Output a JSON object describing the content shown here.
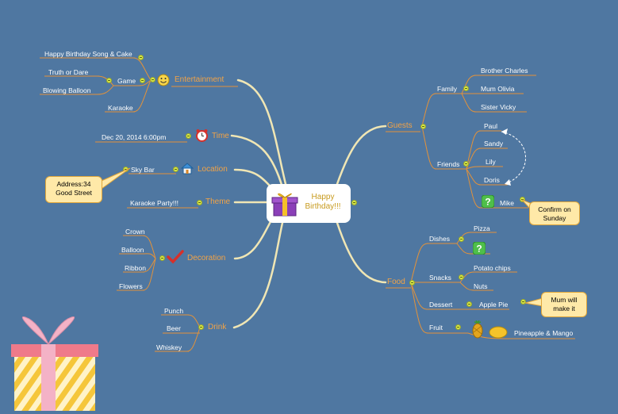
{
  "central": {
    "title": "Happy Birthday!!!"
  },
  "branches": {
    "entertainment": {
      "label": "Entertainment",
      "icon": "smiley-face-icon",
      "items": {
        "happy_birthday_song": "Happy Birthday Song & Cake",
        "game": "Game",
        "truth_or_dare": "Truth or Dare",
        "blowing_balloon": "Blowing Balloon",
        "karaoke": "Karaoke"
      }
    },
    "time": {
      "label": "Time",
      "icon": "alarm-clock-icon",
      "value": "Dec 20, 2014   6:00pm"
    },
    "location": {
      "label": "Location",
      "icon": "house-icon",
      "value": "Sky Bar",
      "note": "Address:34 Good Street"
    },
    "theme": {
      "label": "Theme",
      "value": "Karaoke Party!!!"
    },
    "decoration": {
      "label": "Decoration",
      "icon": "checkmark-icon",
      "items": [
        "Crown",
        "Balloon",
        "Ribbon",
        "Flowers"
      ]
    },
    "drink": {
      "label": "Drink",
      "items": [
        "Punch",
        "Beer",
        "Whiskey"
      ]
    },
    "guests": {
      "label": "Guests",
      "family": {
        "label": "Family",
        "items": [
          "Brother Charles",
          "Mum Olivia",
          "Sister Vicky"
        ]
      },
      "friends": {
        "label": "Friends",
        "items": [
          "Paul",
          "Sandy",
          "Lily",
          "Doris",
          "Mike"
        ],
        "question_icon": "question-mark-icon",
        "note": "Confirm on Sunday"
      }
    },
    "food": {
      "label": "Food",
      "dishes": {
        "label": "Dishes",
        "items": [
          "Pizza"
        ],
        "question_icon": "question-mark-icon"
      },
      "snacks": {
        "label": "Snacks",
        "items": [
          "Potato chips",
          "Nuts"
        ]
      },
      "dessert": {
        "label": "Dessert",
        "item": "Apple Pie",
        "note": "Mum will make it"
      },
      "fruit": {
        "label": "Fruit",
        "item": "Pineapple & Mango",
        "icon": "pineapple-mango-icon"
      }
    }
  },
  "decor": {
    "gift_box_icon": "gift-box-icon"
  },
  "colors": {
    "background": "#4f77a1",
    "branch_line": "#f0e6b4",
    "branch_text": "#f2a346",
    "leaf_text": "#ffffff",
    "node_dot": "#d6e64a",
    "callout_fill": "#ffe9a8"
  }
}
